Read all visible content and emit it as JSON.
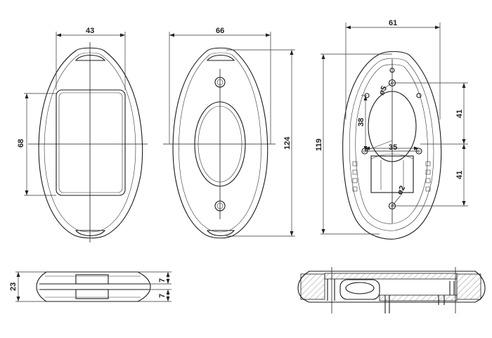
{
  "dimensions": {
    "front_width": "43",
    "front_height": "68",
    "back_width": "66",
    "back_height": "124",
    "inner_width": "61",
    "inner_height": "119",
    "hole_diameter_large": "ø5",
    "hole_diameter_small": "ø2",
    "vertical_offset": "38",
    "hole_spacing": "35",
    "upper_distance": "41",
    "lower_distance": "41",
    "side_total_height": "23",
    "side_step_upper": "7",
    "side_step_lower": "7"
  },
  "colors": {
    "line": "#1a1a1a",
    "background": "#ffffff"
  }
}
